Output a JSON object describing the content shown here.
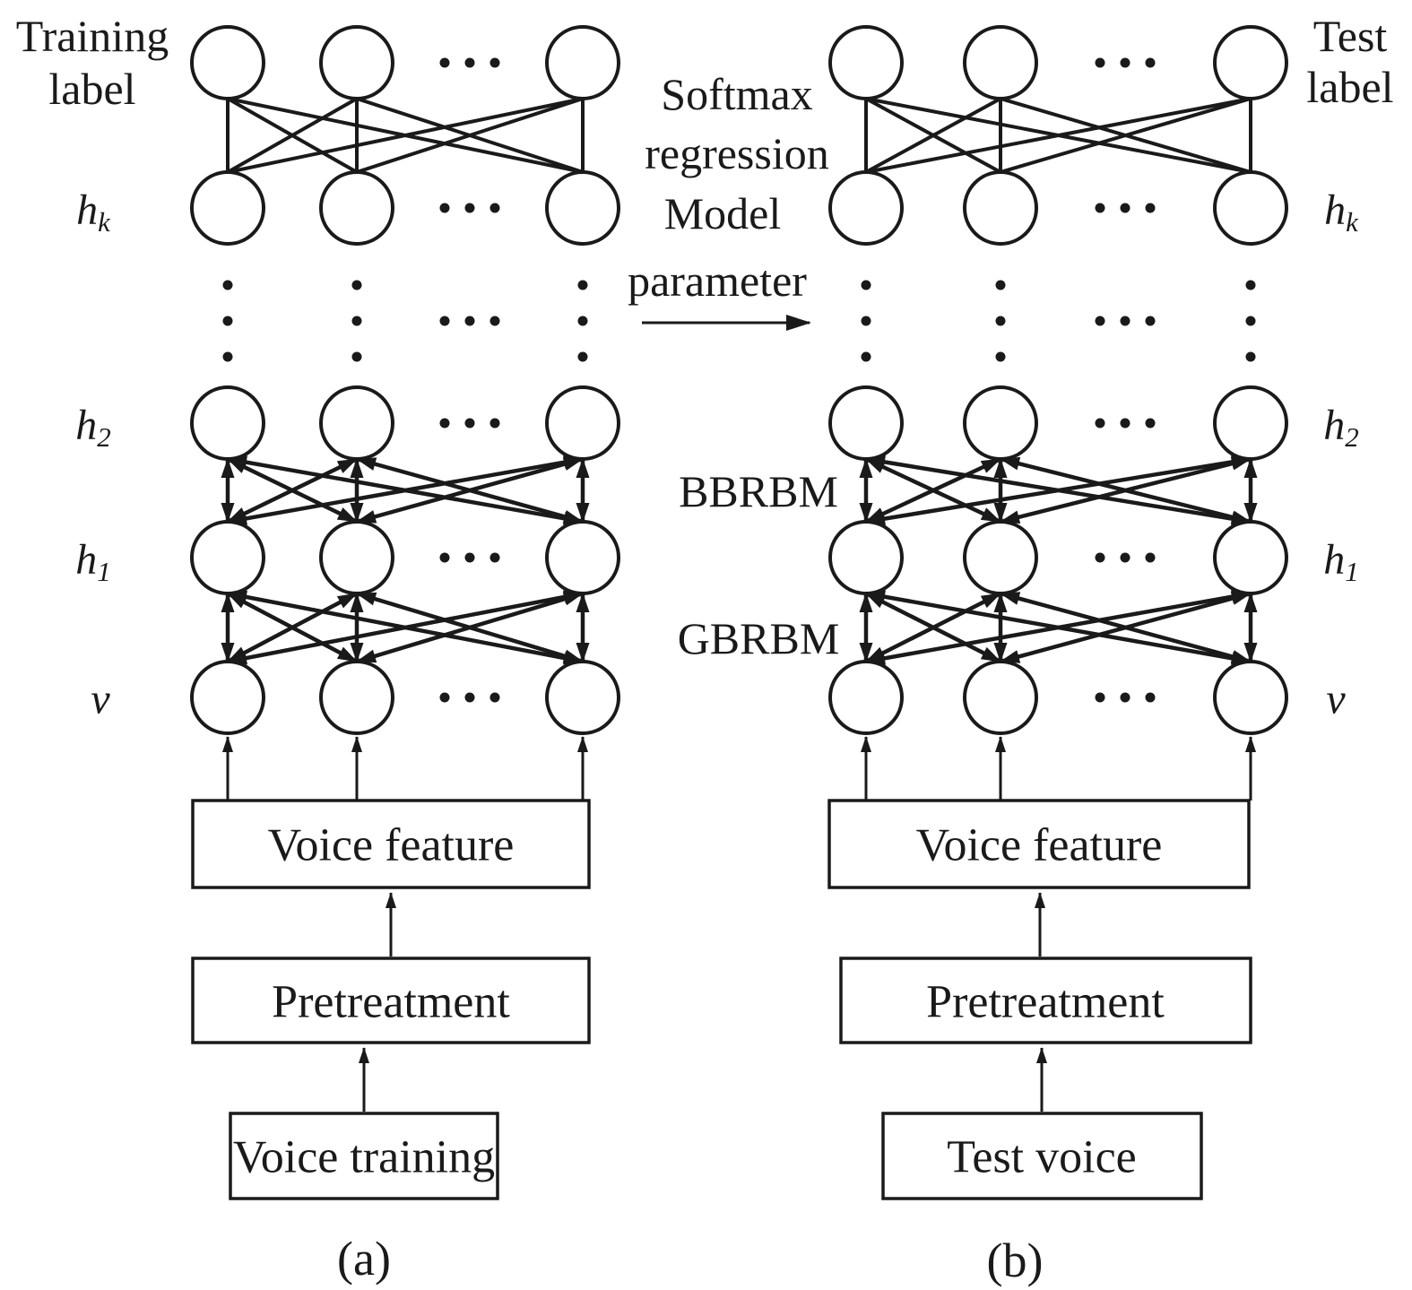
{
  "colors": {
    "ink": "#1a1a1a",
    "background": "#ffffff"
  },
  "layer_labels": {
    "hk_base": "h",
    "hk_sub": "k",
    "h2_base": "h",
    "h2_sub": "2",
    "h1_base": "h",
    "h1_sub": "1",
    "v": "v"
  },
  "left": {
    "top_line1": "Training",
    "top_line2": "label",
    "voice_feature": "Voice feature",
    "pretreatment": "Pretreatment",
    "source_box": "Voice training",
    "caption": "(a)"
  },
  "middle": {
    "softmax_line1": "Softmax",
    "softmax_line2": "regression",
    "model_line1": "Model",
    "model_line2": "parameter",
    "bbrbm": "BBRBM",
    "gbrbm": "GBRBM"
  },
  "right": {
    "top_line1": "Test",
    "top_line2": "label",
    "voice_feature": "Voice feature",
    "pretreatment": "Pretreatment",
    "source_box": "Test voice",
    "caption": "(b)"
  }
}
